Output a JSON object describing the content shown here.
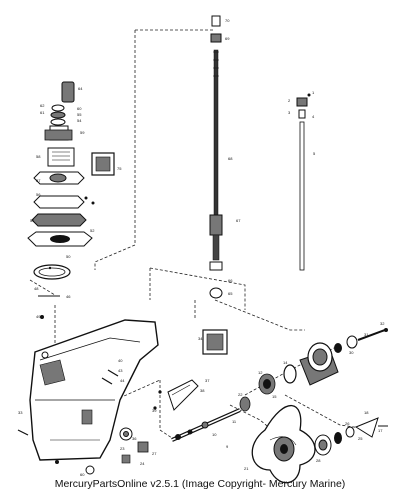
{
  "diagram": {
    "caption": "MercuryPartsOnline v2.5.1 (Image Copyright- Mercury Marine)",
    "part_labels": {
      "driveshaft_top_cap": "70",
      "driveshaft_top_bearing": "69",
      "driveshaft": "68",
      "driveshaft_bearing": "67",
      "driveshaft_lower_bearing": "66",
      "driveshaft_lower_cup": "65",
      "shift_cap": "64",
      "pump_nut_a": "62",
      "pump_nut_b": "61",
      "pump_washer": "60",
      "pump_seal_a": "55",
      "pump_seal_b": "54",
      "pump_body": "59",
      "impeller": "58",
      "pump_face_plate": "57",
      "pump_gasket": "56",
      "repair_kit": "75",
      "pump_base": "52",
      "base_gasket": "51",
      "o_ring": "50",
      "shift_rod": "46",
      "spring_a": "48",
      "spring_b": "49",
      "screw_a": "1",
      "bracket": "2",
      "collar": "3",
      "clip": "4",
      "shift_shaft": "5",
      "gearcase": "33",
      "gearcase_kit": "34",
      "drain_screw": "36",
      "bolt_a": "40",
      "bolt_b": "43",
      "bolt_c": "44",
      "fin_plate": "37",
      "fin_bolt": "38",
      "fin_washer": "39",
      "bearing_carrier": "22",
      "propeller": "21",
      "prop_nut": "25",
      "prop_washer": "26",
      "thrust_hub": "28",
      "cone": "17",
      "cotter_pin": "18",
      "pinion_gear": "12",
      "forward_gear": "14",
      "clutch": "15",
      "propshaft": "9",
      "cam": "10",
      "seal_carrier": "30",
      "bolt_d": "32",
      "cap_screw": "31",
      "skeg_pad": "11",
      "water_screen": "23",
      "trim_tab": "24",
      "tab_bolt": "27",
      "bottom_screw": "60"
    }
  }
}
